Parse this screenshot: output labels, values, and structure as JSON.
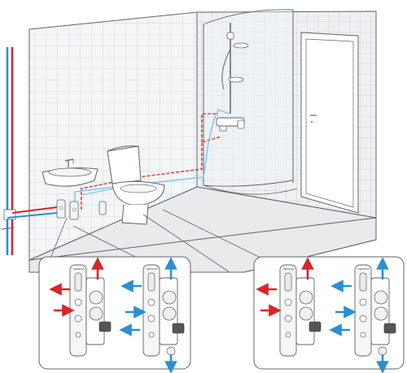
{
  "diagram": {
    "kind": "bathroom-plumbing-distribution",
    "colors": {
      "hot": "#d7262b",
      "cold": "#2b8fd6",
      "hot_dashed": "#e0474b",
      "cold_light": "#7ec3ee",
      "wall": "#f2f3f4",
      "tile_line": "#c9ccd0",
      "floor": "#e9eaec",
      "outline": "#5f6368"
    },
    "callouts": [
      {
        "position": "left",
        "manifolds": [
          {
            "arrows": [
              "hot-left",
              "hot-right",
              "hot-up"
            ],
            "label": "MEPATEC"
          },
          {
            "arrows": [
              "cold-left",
              "cold-right",
              "cold-up",
              "cold-down"
            ],
            "label": "MEPATEC"
          }
        ]
      },
      {
        "position": "right",
        "manifolds": [
          {
            "arrows": [
              "hot-left",
              "hot-right",
              "hot-up"
            ],
            "label": "MEPATEC"
          },
          {
            "arrows": [
              "cold-left",
              "cold-right",
              "cold-up",
              "cold-down"
            ],
            "label": "MEPATEC"
          }
        ]
      }
    ],
    "icons": [
      "shower-head-icon",
      "shower-mixer-icon",
      "washbasin-icon",
      "toilet-icon",
      "door-icon",
      "riser-pipe-icon"
    ]
  }
}
